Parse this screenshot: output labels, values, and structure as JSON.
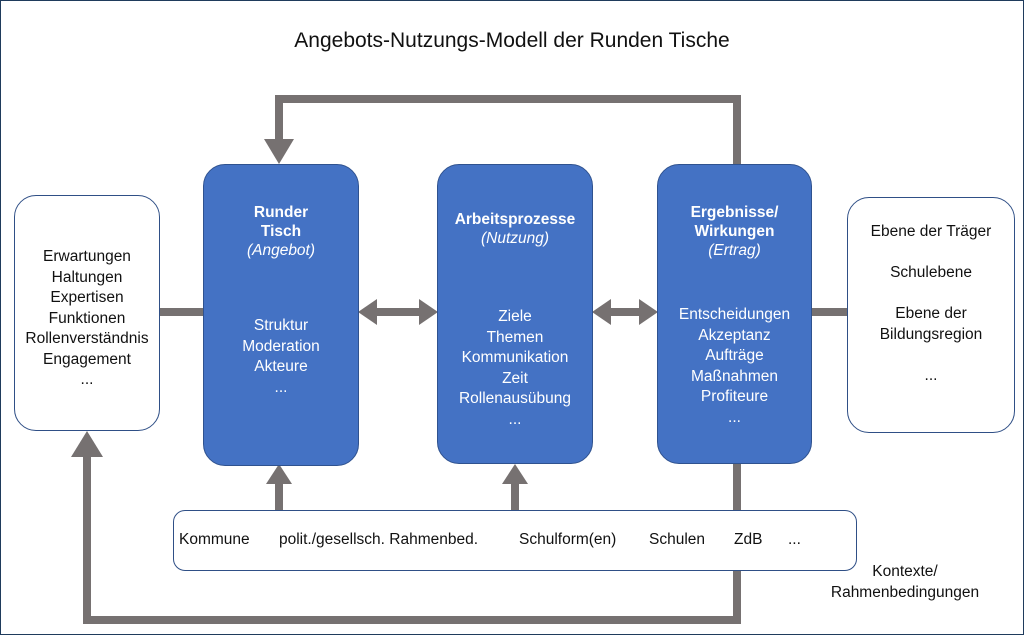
{
  "title": "Angebots-Nutzungs-Modell der Runden Tische",
  "left_box": {
    "lines": [
      "Erwartungen",
      "Haltungen",
      "Expertisen",
      "Funktionen",
      "Rollenverständnis",
      "Engagement",
      "..."
    ]
  },
  "runder_tisch": {
    "heading": [
      "Runder",
      "Tisch"
    ],
    "sub": "(Angebot)",
    "items": [
      "Struktur",
      "Moderation",
      "Akteure",
      "..."
    ]
  },
  "arbeitsprozesse": {
    "heading": [
      "Arbeitsprozesse"
    ],
    "sub": "(Nutzung)",
    "items": [
      "Ziele",
      "Themen",
      "Kommunikation",
      "Zeit",
      "Rollenausübung",
      "..."
    ]
  },
  "ergebnisse": {
    "heading": [
      "Ergebnisse/",
      "Wirkungen"
    ],
    "sub": "(Ertrag)",
    "items": [
      "Entscheidungen",
      "Akzeptanz",
      "Aufträge",
      "Maßnahmen",
      "Profiteure",
      "..."
    ]
  },
  "right_box": {
    "lines": [
      "Ebene der Träger",
      "",
      "Schulebene",
      "",
      "Ebene der",
      "Bildungsregion",
      "",
      "..."
    ]
  },
  "context_bar": {
    "items": [
      "Kommune",
      "polit./gesellsch. Rahmenbed.",
      "Schulform(en)",
      "Schulen",
      "ZdB",
      "..."
    ]
  },
  "context_label": [
    "Kontexte/",
    "Rahmenbedingungen"
  ],
  "colors": {
    "box_fill": "#4472c4",
    "connector": "#767171",
    "outline": "#2f4f86"
  }
}
